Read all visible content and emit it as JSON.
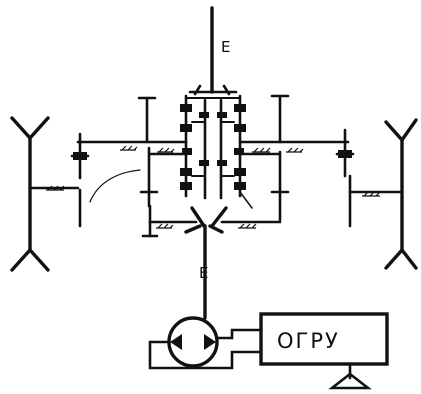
{
  "diagram": {
    "shaft_label_top": "E",
    "shaft_label_bottom": "E",
    "control_unit_label": "ОГРУ"
  }
}
